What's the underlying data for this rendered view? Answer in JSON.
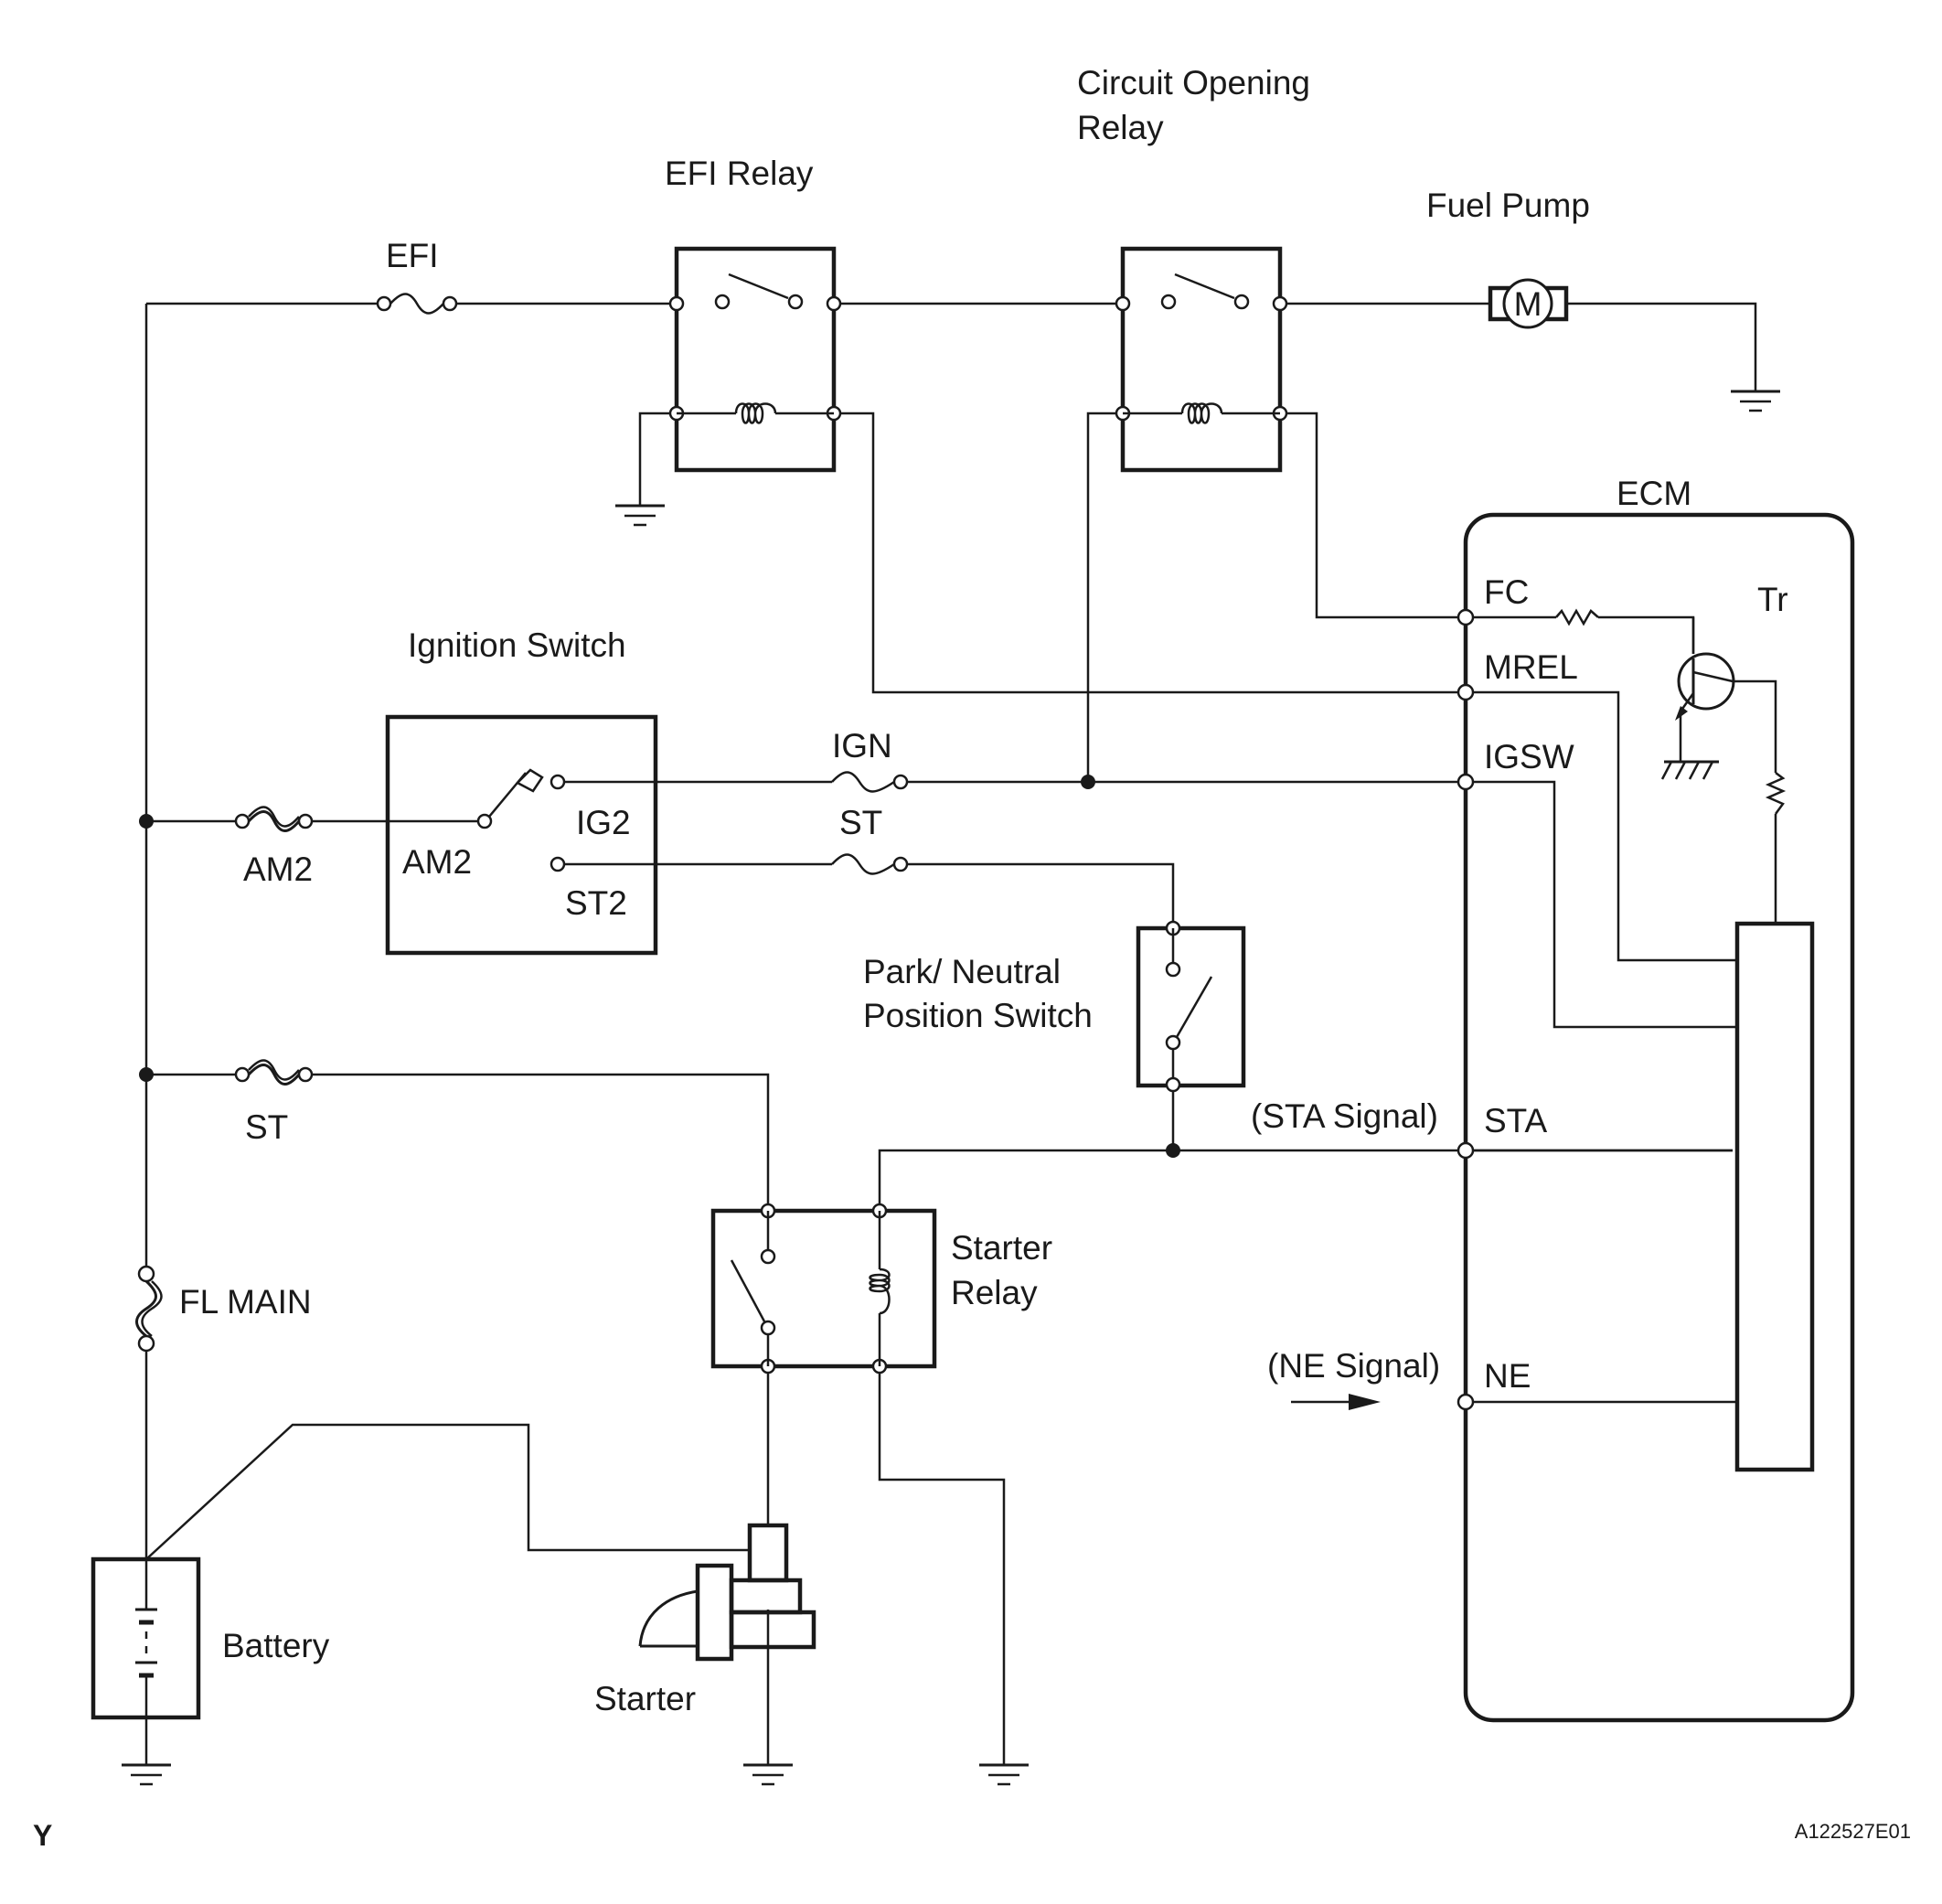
{
  "labels": {
    "circuit_opening_relay_line1": "Circuit Opening",
    "circuit_opening_relay_line2": "Relay",
    "efi_relay": "EFI Relay",
    "fuel_pump": "Fuel Pump",
    "motor_symbol": "M",
    "efi_fuse": "EFI",
    "ecm": "ECM",
    "fc": "FC",
    "tr": "Tr",
    "mrel": "MREL",
    "igsw": "IGSW",
    "ignition_switch": "Ignition Switch",
    "ign_fuse": "IGN",
    "st_fuse_upper": "ST",
    "ig2": "IG2",
    "am2_switch": "AM2",
    "st2": "ST2",
    "am2_fuse": "AM2",
    "park_neutral_line1": "Park/ Neutral",
    "park_neutral_line2": "Position Switch",
    "st_fuse_lower": "ST",
    "sta_signal": "(STA Signal)",
    "sta": "STA",
    "starter_relay_line1": "Starter",
    "starter_relay_line2": "Relay",
    "fl_main": "FL MAIN",
    "ne_signal": "(NE Signal)",
    "ne": "NE",
    "battery": "Battery",
    "starter": "Starter",
    "corner_mark": "Y",
    "figure_code": "A122527E01"
  }
}
